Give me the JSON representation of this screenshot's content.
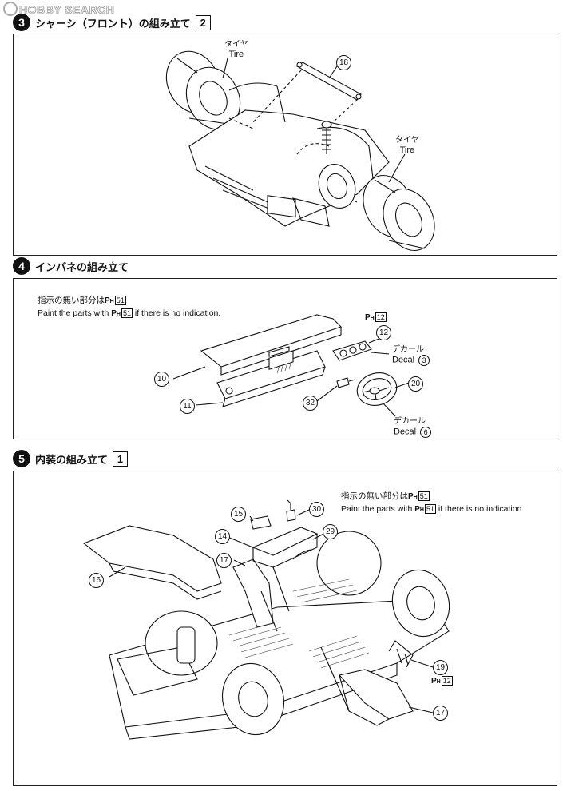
{
  "watermark": "HOBBY SEARCH",
  "steps": [
    {
      "number": "3",
      "title": "シャーシ（フロント）の組み立て",
      "ref_box": "2",
      "labels": {
        "tire_top_jp": "タイヤ",
        "tire_top_en": "Tire",
        "tire_right_jp": "タイヤ",
        "tire_right_en": "Tire"
      },
      "callouts": [
        "18"
      ]
    },
    {
      "number": "4",
      "title": "インパネの組み立て",
      "note_jp": "指示の無い部分は",
      "note_en_pre": "Paint the parts with",
      "note_en_post": "if there is no indication.",
      "paint_code": "51",
      "ph_part12": "12",
      "decal1_jp": "デカール",
      "decal1_en": "Decal",
      "decal1_num": "3",
      "decal2_jp": "デカール",
      "decal2_en": "Decal",
      "decal2_num": "6",
      "callouts": [
        "10",
        "11",
        "12",
        "20",
        "32"
      ]
    },
    {
      "number": "5",
      "title": "内装の組み立て",
      "ref_box": "1",
      "note_jp": "指示の無い部分は",
      "note_en_pre": "Paint the parts with",
      "note_en_post": "if there is no indication.",
      "paint_code": "51",
      "ph_part19": "12",
      "callouts": [
        "14",
        "15",
        "16",
        "17",
        "29",
        "30",
        "19",
        "17"
      ]
    }
  ],
  "ph_label": "P",
  "ph_sub": "H"
}
